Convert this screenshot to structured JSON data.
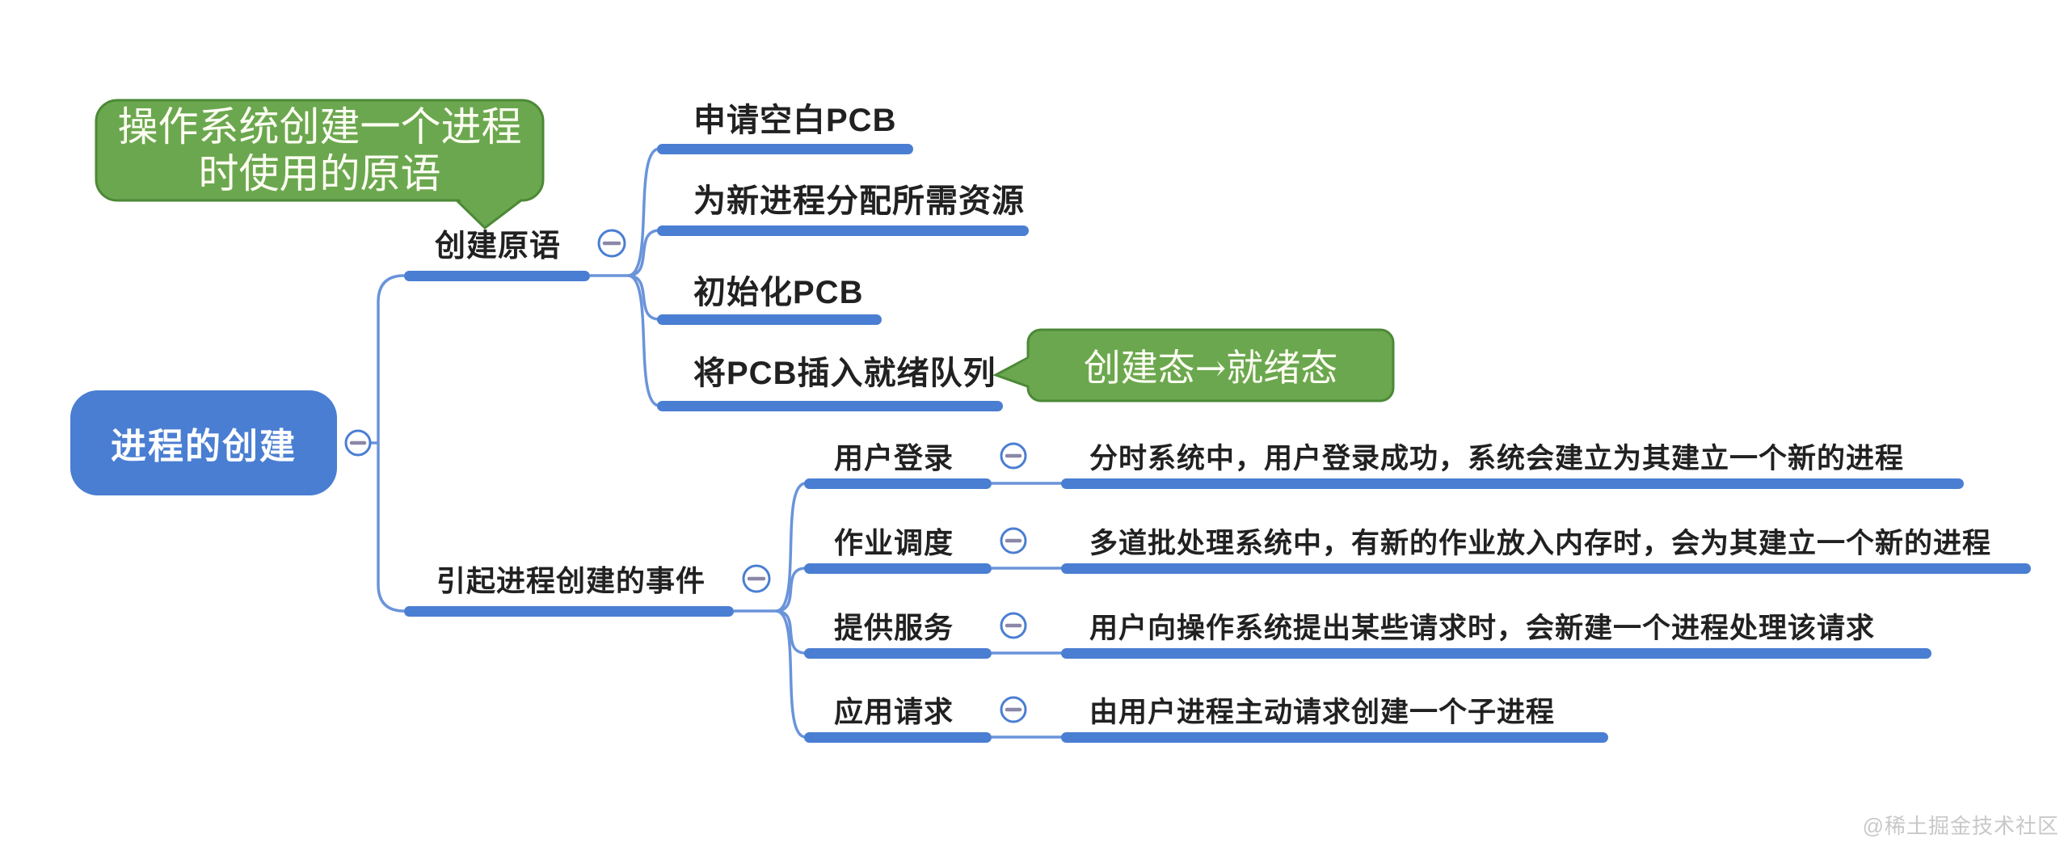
{
  "root": {
    "label": "进程的创建"
  },
  "callouts": {
    "primitive": {
      "line1": "操作系统创建一个进程",
      "line2": "时使用的原语"
    },
    "state": {
      "text": "创建态→就绪态"
    }
  },
  "branch1": {
    "label": "创建原语",
    "children": [
      {
        "label": "申请空白PCB"
      },
      {
        "label": "为新进程分配所需资源"
      },
      {
        "label": "初始化PCB"
      },
      {
        "label": "将PCB插入就绪队列"
      }
    ]
  },
  "branch2": {
    "label": "引起进程创建的事件",
    "children": [
      {
        "label": "用户登录",
        "desc": "分时系统中，用户登录成功，系统会建立为其建立一个新的进程"
      },
      {
        "label": "作业调度",
        "desc": "多道批处理系统中，有新的作业放入内存时，会为其建立一个新的进程"
      },
      {
        "label": "提供服务",
        "desc": "用户向操作系统提出某些请求时，会新建一个进程处理该请求"
      },
      {
        "label": "应用请求",
        "desc": "由用户进程主动请求创建一个子进程"
      }
    ]
  },
  "watermark": "@稀土掘金技术社区",
  "colors": {
    "node_blue": "#4a7ed2",
    "line_blue": "#6a94da",
    "green_fill": "#6ba74f",
    "green_border": "#4c8937",
    "minus_gray": "#8b87a8",
    "text_black": "#212121",
    "watermark_gray": "#c8c8c8"
  }
}
